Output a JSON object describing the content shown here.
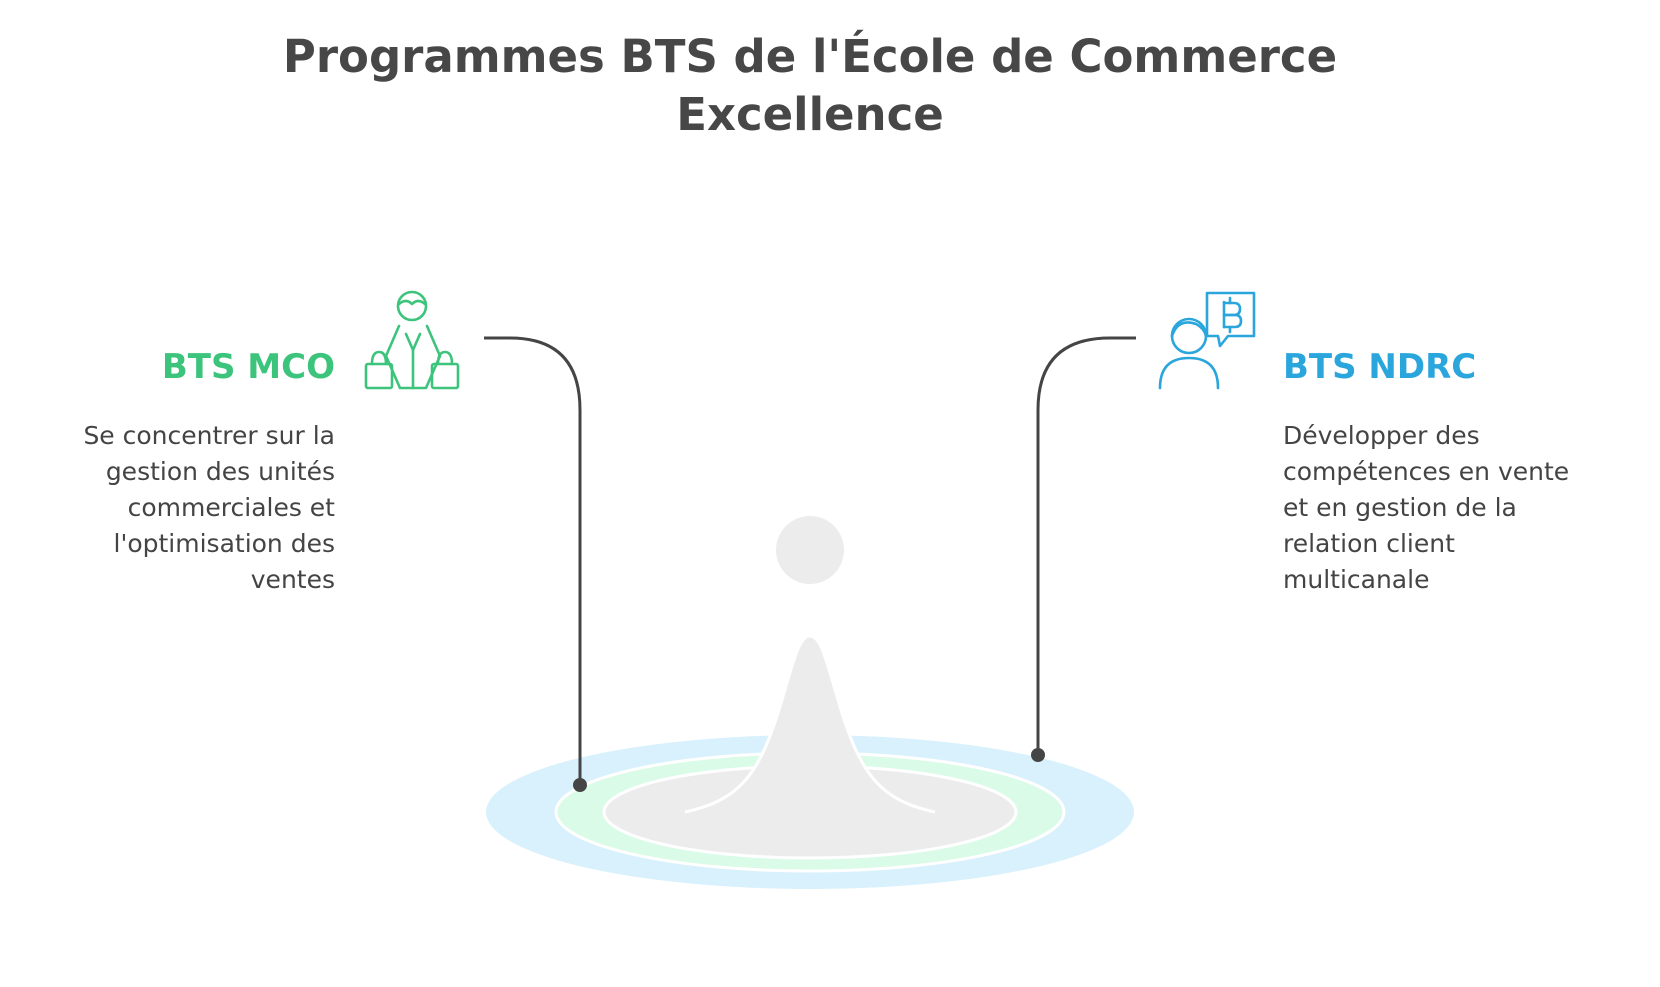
{
  "title": {
    "line1": "Programmes BTS de l'École de Commerce",
    "line2": "Excellence"
  },
  "left": {
    "heading": "BTS MCO",
    "icon": "shopper-with-bags-icon",
    "color": "#3cc47c",
    "description_lines": [
      "Se concentrer sur la",
      "gestion des unités",
      "commerciales et",
      "l'optimisation des",
      "ventes"
    ]
  },
  "right": {
    "heading": "BTS NDRC",
    "icon": "person-with-bitcoin-speech-bubble-icon",
    "color": "#2aa6dc",
    "description_lines": [
      "Développer des",
      "compétences en vente",
      "et en gestion de la",
      "relation client",
      "multicanale"
    ]
  },
  "colors": {
    "text": "#444444",
    "connector": "#454545",
    "outer_ring": "#d8f1fc",
    "inner_ring": "#d9fbe8",
    "center": "#ececec"
  }
}
